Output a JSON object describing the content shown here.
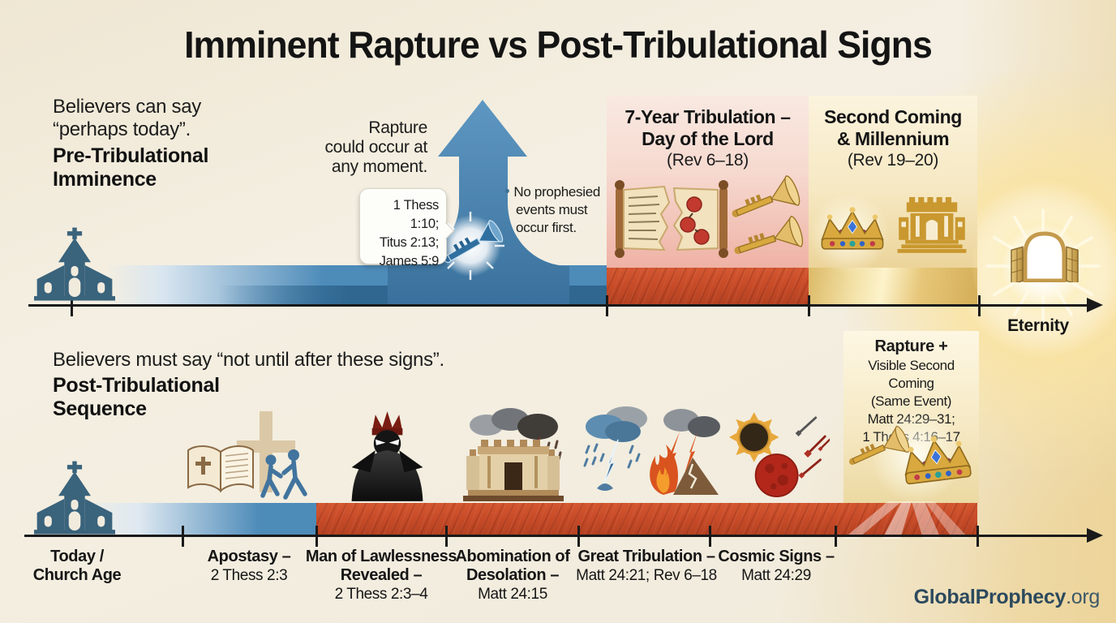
{
  "title": "Imminent Rapture vs Post-Tribulational Signs",
  "colors": {
    "background": "#f1ebdc",
    "timeline_blue": "#4d8bb9",
    "timeline_blue_dark": "#2f6790",
    "tribulation_red": "#c84b28",
    "gold": "#d9a93f",
    "church_slate": "#3a637c",
    "brand_navy": "#2c4a5e"
  },
  "top": {
    "intro1": "Believers can say",
    "intro2": "“perhaps today”.",
    "head1": "Pre-Tribulational",
    "head2": "Imminence",
    "note1": "Rapture",
    "note2": "could occur at",
    "note3": "any moment.",
    "bubble1": "1 Thess 1:10;",
    "bubble2": "Titus 2:13;",
    "bubble3": "James 5:9",
    "bullet_glyph": "•",
    "bullet1": "No prophesied",
    "bullet2": "events must",
    "bullet3": "occur first.",
    "trib_title1": "7-Year Tribulation –",
    "trib_title2": "Day of the Lord",
    "trib_ref": "(Rev 6–18)",
    "sc_title1": "Second Coming",
    "sc_title2": "& Millennium",
    "sc_ref": "(Rev 19–20)",
    "eternity": "Eternity"
  },
  "bottom": {
    "intro": "Believers must say “not until after these signs”.",
    "head1": "Post-Tribulational",
    "head2": "Sequence",
    "rapture1": "Rapture +",
    "rapture2": "Visible Second Coming",
    "rapture3": "(Same Event)",
    "rapture4": "Matt 24:29–31;",
    "rapture5": "1 Thess 4:16–17",
    "events": [
      {
        "b1": "Today /",
        "b2": "Church Age",
        "ref": ""
      },
      {
        "b1": "Apostasy –",
        "b2": "",
        "ref": "2 Thess 2:3"
      },
      {
        "b1": "Man of Lawlessness",
        "b2": "Revealed –",
        "ref": "2 Thess 2:3–4"
      },
      {
        "b1": "Abomination of",
        "b2": "Desolation –",
        "ref": "Matt 24:15"
      },
      {
        "b1": "Great Tribulation –",
        "b2": "",
        "ref": "Matt 24:21; Rev 6–18"
      },
      {
        "b1": "Cosmic Signs –",
        "b2": "",
        "ref": "Matt 24:29"
      }
    ]
  },
  "brand": {
    "bold": "GlobalProphecy",
    "suffix": ".org"
  }
}
